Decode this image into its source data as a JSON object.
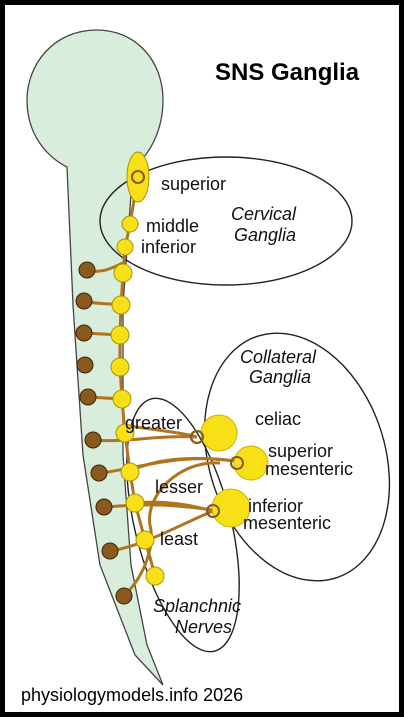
{
  "title": "SNS Ganglia",
  "footer": "physiologymodels.info 2026",
  "groups": {
    "cervical": [
      "Cervical",
      "Ganglia"
    ],
    "collateral": [
      "Collateral",
      "Ganglia"
    ],
    "splanchnic": [
      "Splanchnic",
      "Nerves"
    ]
  },
  "ganglia": {
    "superior": "superior",
    "middle": "middle",
    "inferior": "inferior",
    "celiac": "celiac",
    "superior_mesenteric": [
      "superior",
      "mesenteric"
    ],
    "inferior_mesenteric": [
      "inferior",
      "mesenteric"
    ]
  },
  "nerves": {
    "greater": "greater",
    "lesser": "lesser",
    "least": "least"
  },
  "colors": {
    "spinal_cord": "#d8eddc",
    "chain_ganglion": "#f7e017",
    "preganglionic_neuron": "#8a5a1c",
    "fiber": "#b0731f"
  }
}
